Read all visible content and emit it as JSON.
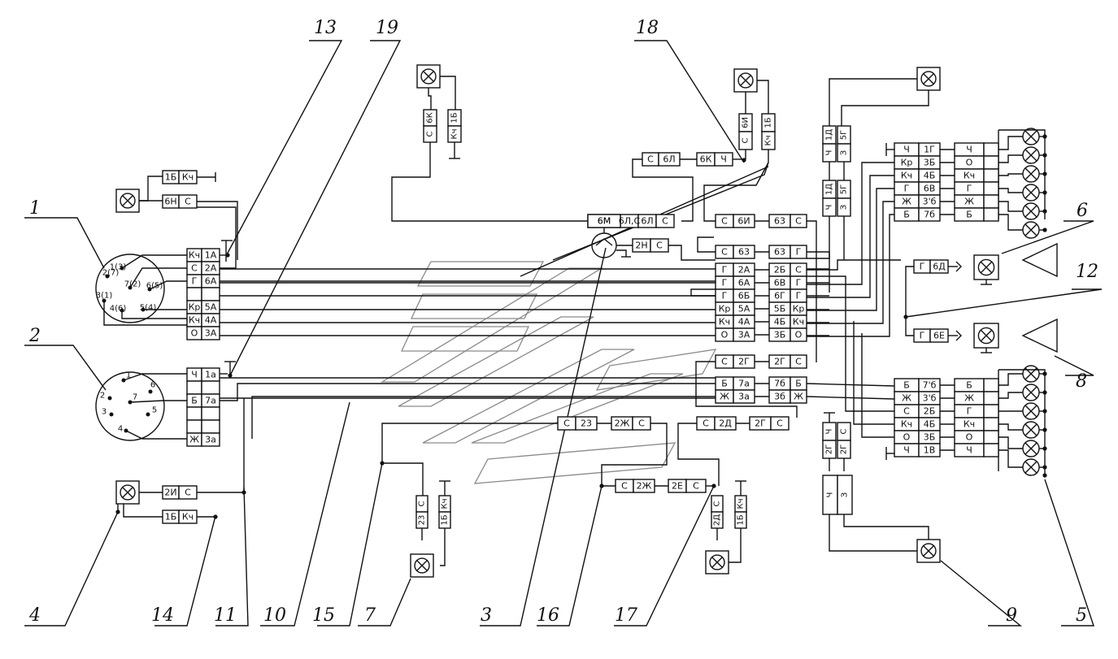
{
  "callouts": [
    "1",
    "2",
    "3",
    "4",
    "5",
    "6",
    "7",
    "8",
    "9",
    "10",
    "11",
    "12",
    "13",
    "14",
    "15",
    "16",
    "17",
    "18",
    "19"
  ],
  "connector1": {
    "pin_labels": [
      "1(3)",
      "2(7)",
      "7(2)",
      "6(5)",
      "3(1)",
      "4(6)",
      "5(4)"
    ],
    "rows": [
      [
        "Кч",
        "1А"
      ],
      [
        "С",
        "2А"
      ],
      [
        "Г",
        "6А"
      ],
      [
        "",
        ""
      ],
      [
        "Кр",
        "5А"
      ],
      [
        "Кч",
        "4А"
      ],
      [
        "О",
        "3А"
      ]
    ]
  },
  "connector2": {
    "pin_labels": [
      "1",
      "6",
      "7",
      "2",
      "3",
      "5",
      "4"
    ],
    "rows": [
      [
        "Ч",
        "1а"
      ],
      [
        "",
        ""
      ],
      [
        "Б",
        "7а"
      ],
      [
        "",
        ""
      ],
      [
        "",
        ""
      ],
      [
        "Ж",
        "3а"
      ]
    ]
  },
  "left_lamp_top": {
    "rows": [
      [
        "1Б",
        "Кч"
      ],
      [
        "6Н",
        "С"
      ]
    ]
  },
  "left_lamp_bottom": {
    "rows": [
      [
        "2И",
        "С"
      ],
      [
        "1Б",
        "Кч"
      ]
    ]
  },
  "top_lamp_a": {
    "cols": [
      [
        "С",
        "6К"
      ],
      [
        "Кч",
        "1Б"
      ]
    ]
  },
  "top_lamp_b": {
    "cols": [
      [
        "С",
        "6И"
      ],
      [
        "Кч",
        "1Б"
      ]
    ]
  },
  "mid_chain": {
    "row1": [
      [
        "С",
        "6Л"
      ],
      [
        "6К",
        "Ч"
      ]
    ],
    "row2": [
      [
        "6М"
      ],
      [
        "6Л",
        "С"
      ]
    ],
    "sensor": [
      "2Н",
      "С"
    ]
  },
  "center_block": {
    "rows_top": [
      [
        "С",
        "6И"
      ],
      [
        "63",
        "С"
      ]
    ],
    "row_63": [
      [
        "С",
        "63"
      ],
      [
        "63",
        "Г"
      ]
    ],
    "left": [
      [
        "Г",
        "2А"
      ],
      [
        "Г",
        "6А"
      ],
      [
        "Г",
        "6Б"
      ],
      [
        "Кр",
        "5А"
      ],
      [
        "Кч",
        "4А"
      ],
      [
        "О",
        "3А"
      ]
    ],
    "right": [
      [
        "2Б",
        "С"
      ],
      [
        "6В",
        "Г"
      ],
      [
        "6Г",
        "Г"
      ],
      [
        "5Б",
        "Кр"
      ],
      [
        "4Б",
        "Кч"
      ],
      [
        "3Б",
        "О"
      ]
    ],
    "row_2g": [
      [
        "С",
        "2Г"
      ],
      [
        "2Г",
        "С"
      ]
    ],
    "lower_left": [
      [
        "Б",
        "7а"
      ],
      [
        "Ж",
        "3а"
      ]
    ],
    "lower_right": [
      [
        "7б",
        "Б"
      ],
      [
        "3б",
        "Ж"
      ]
    ]
  },
  "bottom_chain": {
    "row_23": [
      [
        "С",
        "23"
      ],
      [
        "2Ж",
        "С"
      ]
    ],
    "row_2d": [
      [
        "С",
        "2Д"
      ],
      [
        "2Г",
        "С"
      ]
    ],
    "row_2zh": [
      [
        "С",
        "2Ж"
      ],
      [
        "2Е",
        "С"
      ]
    ],
    "lamp7_cols": [
      [
        "23",
        "С"
      ],
      [
        "1Б",
        "Кч"
      ]
    ],
    "lamp17_cols": [
      [
        "2Д",
        "С"
      ],
      [
        "1Б",
        "Кч"
      ]
    ]
  },
  "right_upper": {
    "left": [
      [
        "Ч",
        "1Г"
      ],
      [
        "Кр",
        "3Б"
      ],
      [
        "Кч",
        "4Б"
      ],
      [
        "Г",
        "6В"
      ],
      [
        "Ж",
        "3'б"
      ],
      [
        "Б",
        "7б"
      ]
    ],
    "right": [
      "Ч",
      "О",
      "Кч",
      "Г",
      "Ж",
      "Б"
    ]
  },
  "right_lower": {
    "left": [
      [
        "Б",
        "7'б"
      ],
      [
        "Ж",
        "3'б"
      ],
      [
        "С",
        "2Б"
      ],
      [
        "Кч",
        "4Б"
      ],
      [
        "О",
        "3Б"
      ],
      [
        "Ч",
        "1В"
      ]
    ],
    "right": [
      "Б",
      "Ж",
      "Г",
      "Кч",
      "О",
      "Ч"
    ]
  },
  "right_top_lamp": {
    "cols": [
      [
        "Ч",
        "1Д"
      ],
      [
        "З",
        "5Г"
      ]
    ]
  },
  "right_bottom_lamp": {
    "cols": [
      [
        "2Г",
        "Ч"
      ],
      [
        "2Г",
        "С"
      ]
    ],
    "lower": [
      "Ч",
      "З"
    ]
  },
  "indicator6": [
    "Г",
    "6Д"
  ],
  "indicator8": [
    "Г",
    "6Е"
  ]
}
